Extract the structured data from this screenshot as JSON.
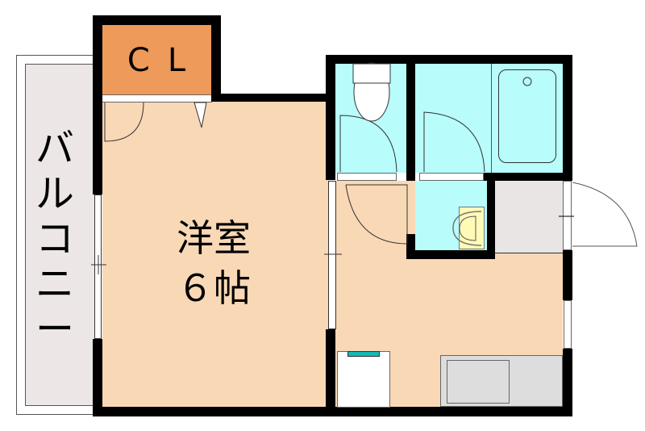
{
  "rooms": {
    "balcony": {
      "label": "バルコニー",
      "chars": [
        "バ",
        "ル",
        "コ",
        "ニ",
        "ー"
      ]
    },
    "closet": {
      "label": "ＣＬ",
      "chars": [
        "C",
        "L"
      ]
    },
    "western_room": {
      "label_line1": "洋室",
      "label_line2": "６帖",
      "type": "洋室",
      "size_jo": "6"
    },
    "toilet": {
      "label": ""
    },
    "bathroom": {
      "label": ""
    },
    "washroom": {
      "label": ""
    },
    "entrance": {
      "label": ""
    },
    "kitchen": {
      "label": ""
    }
  },
  "colors": {
    "wall": "#000000",
    "western_room": "#F9D8B6",
    "closet": "#EE9A5A",
    "wet_area": "#B8FCFC",
    "balcony": "#ECE6E6",
    "entrance": "#E9E5E5",
    "kitchen_counter": "#DDDDDD",
    "washbasin": "#FFFAB8",
    "fridge_accent": "#14B8B8"
  }
}
